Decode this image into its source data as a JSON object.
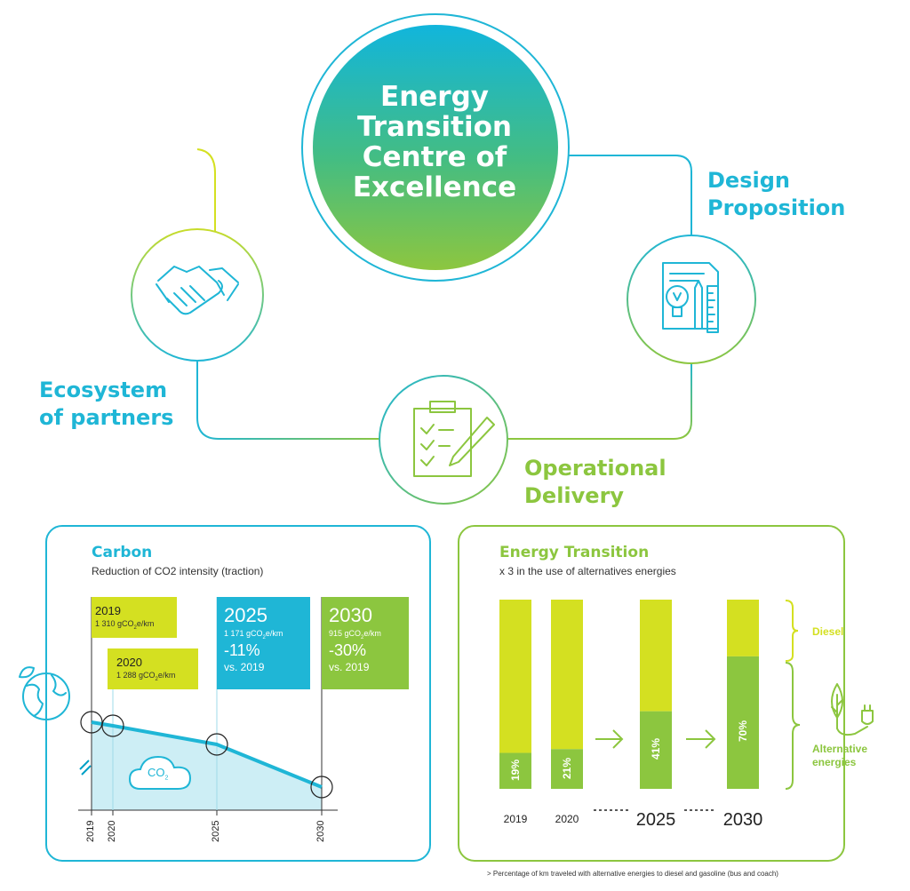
{
  "hub": {
    "title_lines": [
      "Energy",
      "Transition",
      "Centre of",
      "Excellence"
    ]
  },
  "nodes": {
    "ecosystem": [
      "Ecosystem",
      "of partners"
    ],
    "design": [
      "Design",
      "Proposition"
    ],
    "operational": [
      "Operational",
      "Delivery"
    ]
  },
  "colors": {
    "cyan": "#1fb6d6",
    "teal_dark": "#00a0c6",
    "green": "#8cc63f",
    "yellow_green": "#d4e021",
    "light_cyan_fill": "#cdeef5"
  },
  "icons": {
    "ecosystem": "handshake-icon",
    "design": "design-tools-icon",
    "operational": "clipboard-pen-icon",
    "earth": "earth-leaf-icon",
    "cloud": "co2-cloud-icon",
    "alt_energy": "leaf-plug-icon"
  },
  "carbon": {
    "title": "Carbon",
    "subtitle": "Reduction of CO2 intensity (traction)",
    "cloud_label": "CO",
    "cloud_sub": "2",
    "flags": [
      {
        "year": "2019",
        "value": "1 310 gCO",
        "unit_sub": "2",
        "unit_end": "e/km"
      },
      {
        "year": "2020",
        "value": "1 288 gCO",
        "unit_sub": "2",
        "unit_end": "e/km"
      },
      {
        "year": "2025",
        "value": "1 171 gCO",
        "unit_sub": "2",
        "unit_end": "e/km",
        "delta": "-11%",
        "vs": "vs. 2019"
      },
      {
        "year": "2030",
        "value": "915 gCO",
        "unit_sub": "2",
        "unit_end": "e/km",
        "delta": "-30%",
        "vs": "vs. 2019"
      }
    ],
    "x_years": [
      "2019",
      "2020",
      "2025",
      "2030"
    ]
  },
  "chart_data": {
    "type": "bar",
    "title": "Energy Transition",
    "subtitle": "x 3 in the use of alternatives energies",
    "categories": [
      "2019",
      "2020",
      "2025",
      "2030"
    ],
    "series": [
      {
        "name": "Alternative energies",
        "values": [
          19,
          21,
          41,
          70
        ]
      },
      {
        "name": "Diesel",
        "values": [
          81,
          79,
          59,
          30
        ]
      }
    ],
    "data_labels": [
      "19%",
      "21%",
      "41%",
      "70%"
    ],
    "ylim": [
      0,
      100
    ],
    "stacked": true,
    "legend": [
      {
        "label": "Diesel",
        "color": "#d4e021"
      },
      {
        "label_lines": [
          "Alternative",
          "energies"
        ],
        "color": "#8cc63f"
      }
    ],
    "footnote": "> Percentage of km traveled with alternative energies to diesel and gasoline (bus and coach)"
  }
}
